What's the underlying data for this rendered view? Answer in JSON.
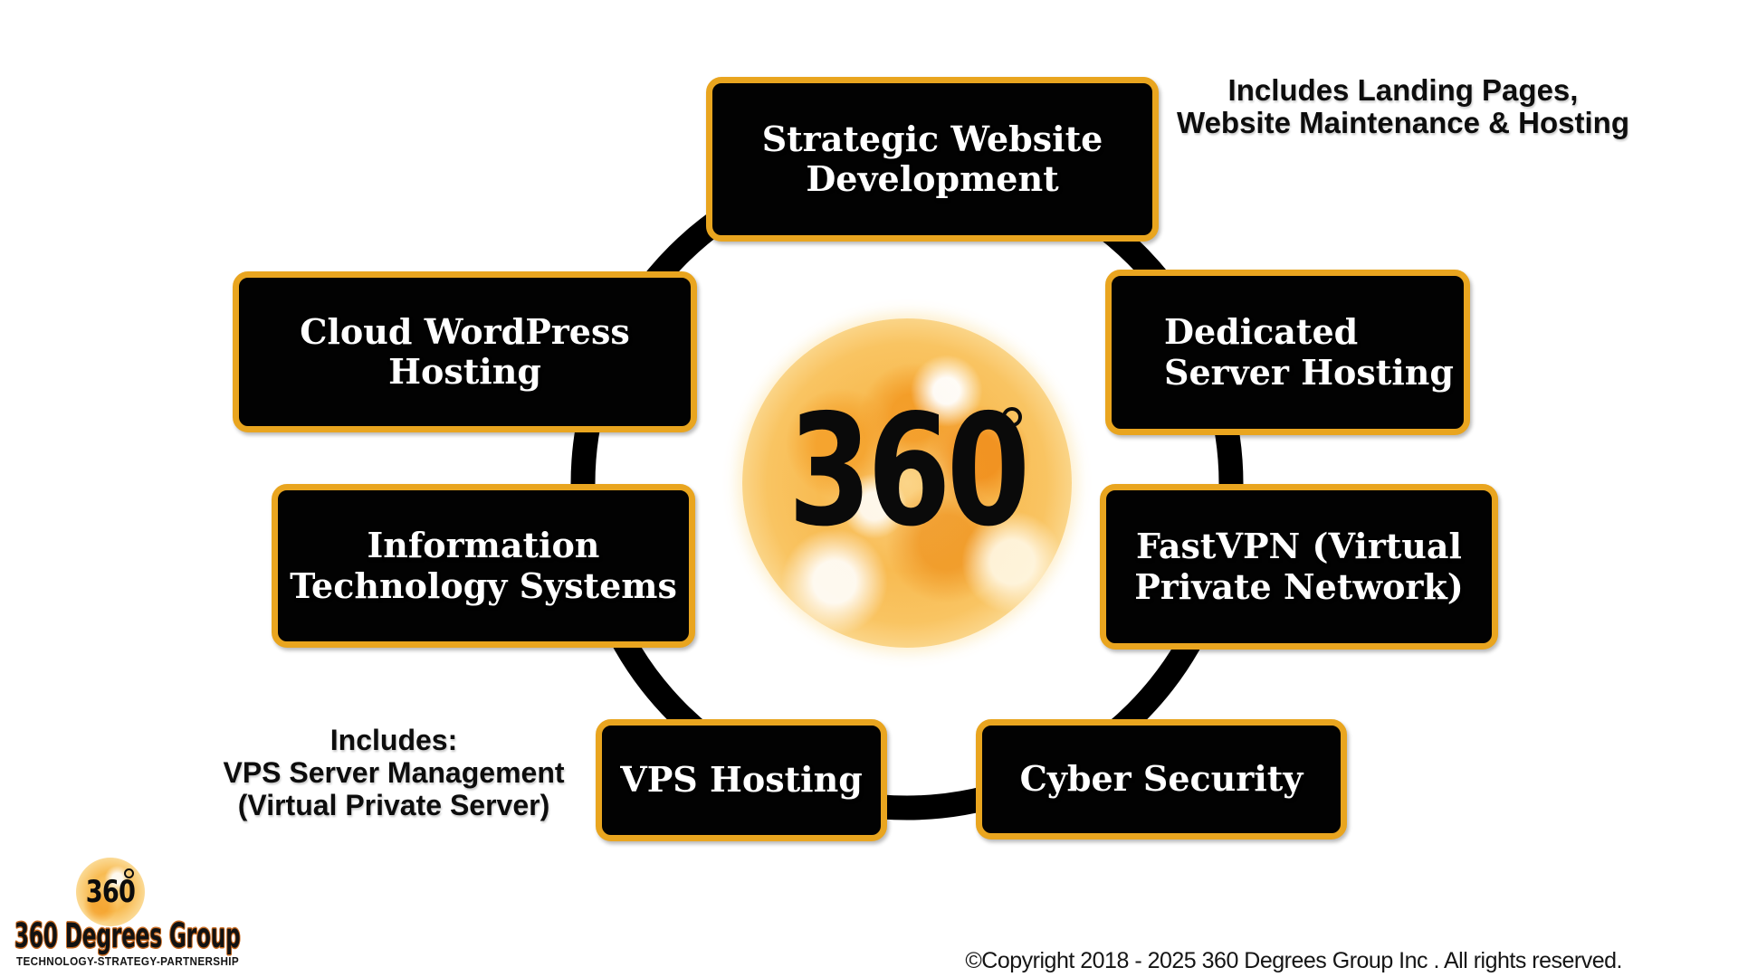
{
  "colors": {
    "background": "#ffffff",
    "accent_gold": "#E9A51F",
    "node_background": "#020202",
    "node_text": "#ffffff",
    "ring": "#000000",
    "sun_core": "#F8BB52",
    "sun_light": "#FDE9B8",
    "logo_outline_orange": "#C96A1F"
  },
  "center": {
    "value": "360",
    "degree_symbol": "°"
  },
  "nodes": [
    {
      "id": "strategic-website-development",
      "label": "Strategic Website\nDevelopment"
    },
    {
      "id": "cloud-wordpress-hosting",
      "label": "Cloud WordPress\nHosting"
    },
    {
      "id": "dedicated-server-hosting",
      "label": "Dedicated\nServer Hosting"
    },
    {
      "id": "information-technology-systems",
      "label": "Information\nTechnology Systems"
    },
    {
      "id": "fastvpn-virtual-private-network",
      "label": "FastVPN (Virtual\nPrivate Network)"
    },
    {
      "id": "vps-hosting",
      "label": "VPS Hosting"
    },
    {
      "id": "cyber-security",
      "label": "Cyber Security"
    }
  ],
  "annotations": {
    "top_right": "Includes Landing Pages,\nWebsite Maintenance & Hosting",
    "bottom_left": "Includes:\nVPS Server Management\n(Virtual Private Server)"
  },
  "logo": {
    "sun_value": "360",
    "degree_symbol": "°",
    "name": "360 Degrees Group",
    "tagline": "TECHNOLOGY-STRATEGY-PARTNERSHIP"
  },
  "footer": {
    "copyright": "©Copyright 2018 - 2025 360 Degrees Group Inc . All rights reserved."
  }
}
